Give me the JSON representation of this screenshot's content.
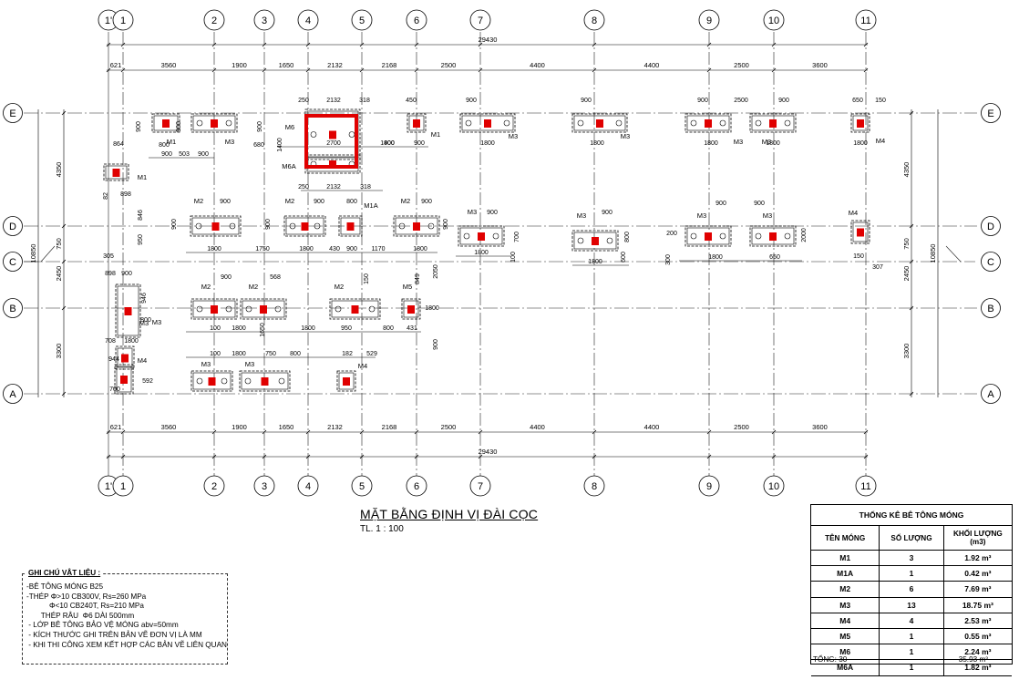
{
  "drawing": {
    "title": "MẶT BẰNG ĐỊNH VỊ ĐÀI CỌC",
    "scale": "TL. 1 : 100",
    "grid_columns": [
      "1'",
      "1",
      "2",
      "3",
      "4",
      "5",
      "6",
      "7",
      "8",
      "9",
      "10",
      "11"
    ],
    "grid_rows": [
      "E",
      "D",
      "C",
      "B",
      "A"
    ],
    "total_length": "29430",
    "column_spacings": [
      "621",
      "3560",
      "1900",
      "1650",
      "2132",
      "2168",
      "2500",
      "4400",
      "4400",
      "2500",
      "3600"
    ],
    "row_spacings_left": [
      "4350",
      "750",
      "2450",
      "3300"
    ],
    "row_spacing_left_sub": "10850",
    "row_spacings_right": [
      "4350",
      "750",
      "2450",
      "3300"
    ],
    "row_spacing_right_sub": "10850",
    "footings": [
      {
        "label": "M1"
      },
      {
        "label": "M3"
      },
      {
        "label": "M6"
      },
      {
        "label": "M6A"
      },
      {
        "label": "M1"
      },
      {
        "label": "M3"
      },
      {
        "label": "M3"
      },
      {
        "label": "M3"
      },
      {
        "label": "M3"
      },
      {
        "label": "M4"
      },
      {
        "label": "M1"
      },
      {
        "label": "M2"
      },
      {
        "label": "M2"
      },
      {
        "label": "M1A"
      },
      {
        "label": "M2"
      },
      {
        "label": "M3"
      },
      {
        "label": "M3"
      },
      {
        "label": "M3"
      },
      {
        "label": "M3"
      },
      {
        "label": "M4"
      },
      {
        "label": "M3"
      },
      {
        "label": "M2"
      },
      {
        "label": "M2"
      },
      {
        "label": "M2"
      },
      {
        "label": "M5"
      },
      {
        "label": "M3"
      },
      {
        "label": "M4"
      },
      {
        "label": "M3"
      },
      {
        "label": "M3"
      },
      {
        "label": "M4"
      }
    ],
    "dimension_texts": [
      "250",
      "2132",
      "318",
      "450",
      "900",
      "900",
      "900",
      "2500",
      "900",
      "650",
      "150",
      "900",
      "900",
      "900",
      "2700",
      "900",
      "900",
      "1800",
      "1800",
      "1800",
      "1800",
      "1800",
      "800",
      "864",
      "900",
      "503",
      "900",
      "1400",
      "1400",
      "680",
      "250",
      "2132",
      "318",
      "82",
      "898",
      "900",
      "900",
      "800",
      "900",
      "900",
      "900",
      "900",
      "900",
      "846",
      "950",
      "900",
      "900",
      "900",
      "1800",
      "1750",
      "1800",
      "430",
      "900",
      "1170",
      "1800",
      "1800",
      "1800",
      "1800",
      "650",
      "150",
      "307",
      "305",
      "898",
      "900",
      "900",
      "568",
      "150",
      "849",
      "946",
      "800",
      "1800",
      "100",
      "1800",
      "1650",
      "1800",
      "950",
      "800",
      "431",
      "708",
      "1800",
      "100",
      "1800",
      "750",
      "800",
      "182",
      "529",
      "944",
      "592",
      "700",
      "200",
      "300",
      "100",
      "600",
      "700",
      "800",
      "2000",
      "2050",
      "900"
    ]
  },
  "statistics_table": {
    "title": "THỐNG KÊ BÊ TÔNG MÓNG",
    "headers": [
      "TÊN MÓNG",
      "SỐ LƯỢNG",
      "KHỐI LƯỢNG (m3)"
    ],
    "rows": [
      {
        "name": "M1",
        "qty": "3",
        "vol": "1.92 m³"
      },
      {
        "name": "M1A",
        "qty": "1",
        "vol": "0.42 m³"
      },
      {
        "name": "M2",
        "qty": "6",
        "vol": "7.69 m³"
      },
      {
        "name": "M3",
        "qty": "13",
        "vol": "18.75 m³"
      },
      {
        "name": "M4",
        "qty": "4",
        "vol": "2.53 m³"
      },
      {
        "name": "M5",
        "qty": "1",
        "vol": "0.55 m³"
      },
      {
        "name": "M6",
        "qty": "1",
        "vol": "2.24 m³"
      },
      {
        "name": "M6A",
        "qty": "1",
        "vol": "1.82 m³"
      }
    ],
    "total_label": "TỔNG: 30",
    "total_volume": "35.93 m³"
  },
  "material_notes": {
    "title": "GHI CHÚ VẬT LIỆU :",
    "lines": [
      "-BÊ TÔNG MÓNG B25",
      "-THÉP Φ>10 CB300V, Rs=260 MPa",
      "           Φ<10 CB240T, Rs=210 MPa",
      "       THÉP RÂU  Φ6 DÀI 500mm",
      " - LỚP BÊ TÔNG BẢO VỆ MÓNG abv=50mm",
      " - KÍCH THƯỚC GHI TRÊN BẢN VẼ ĐƠN VỊ LÀ MM",
      " - KHI THI CÔNG XEM KẾT HỢP CÁC BẢN VẼ LIÊN QUAN"
    ]
  },
  "colors": {
    "line": "#000000",
    "column": "#e00000",
    "grid": "#222222",
    "background": "#ffffff"
  }
}
